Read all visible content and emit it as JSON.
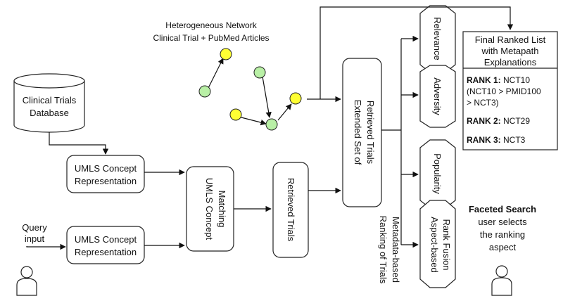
{
  "network": {
    "title_line1": "Heterogeneous Network",
    "title_line2": "Clinical Trial + PubMed Articles"
  },
  "database": {
    "line1": "Clinical Trials",
    "line2": "Database"
  },
  "umls_top": {
    "line1": "UMLS Concept",
    "line2": "Representation"
  },
  "umls_bottom": {
    "line1": "UMLS Concept",
    "line2": "Representation"
  },
  "query": {
    "line1": "Query",
    "line2": "input"
  },
  "matching": {
    "line1": "UMLS Concept",
    "line2": "Matching"
  },
  "retrieved": {
    "label": "Retrieved Trials"
  },
  "extended": {
    "line1": "Extended Set of",
    "line2": "Retrieved Trials"
  },
  "metadata": {
    "line1": "Metadata-based",
    "line2": "Ranking of Trials"
  },
  "aspects": {
    "relevance": "Relevance",
    "adversity": "Adversity",
    "popularity": "Popularity",
    "fusion_line1": "Aspect-based",
    "fusion_line2": "Rank Fusion"
  },
  "final_list": {
    "title_line1": "Final Ranked List",
    "title_line2": "with Metapath",
    "title_line3": "Explanations",
    "rank1_label": "RANK 1:",
    "rank1_value": " NCT10",
    "rank1_path_line1": "(NCT10 > PMID100",
    "rank1_path_line2": "> NCT3)",
    "rank2_label": "RANK 2:",
    "rank2_value": " NCT29",
    "rank3_label": "RANK 3:",
    "rank3_value": " NCT3"
  },
  "faceted": {
    "title": "Faceted Search",
    "line1": "user selects",
    "line2": "the ranking",
    "line3": "aspect"
  },
  "colors": {
    "green_node": "#b9f0a6",
    "yellow_node": "#ffff33",
    "stroke": "#222222"
  }
}
